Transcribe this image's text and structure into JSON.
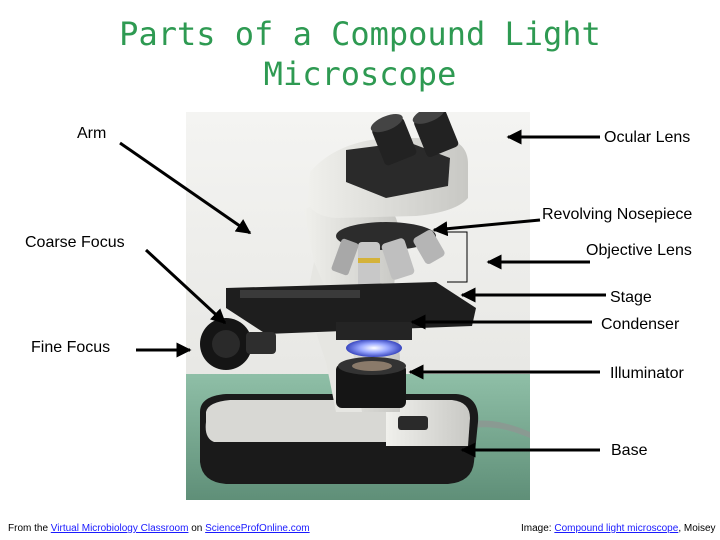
{
  "title": {
    "line1": "Parts of a Compound Light",
    "line2": "Microscope"
  },
  "labels": {
    "arm": "Arm",
    "ocular_lens": "Ocular Lens",
    "revolving_nosepiece": "Revolving Nosepiece",
    "coarse_focus": "Coarse Focus",
    "objective_lens": "Objective Lens",
    "stage": "Stage",
    "condenser": "Condenser",
    "fine_focus": "Fine Focus",
    "illuminator": "Illuminator",
    "base": "Base"
  },
  "footer": {
    "left_prefix": "From the ",
    "left_link1": "Virtual Microbiology Classroom",
    "left_mid": " on ",
    "left_link2": "ScienceProfOnline.com",
    "right_prefix": "Image: ",
    "right_link": "Compound light microscope",
    "right_suffix": ", Moisey"
  },
  "colors": {
    "title": "#2e9a52",
    "link": "#1a1aff"
  }
}
